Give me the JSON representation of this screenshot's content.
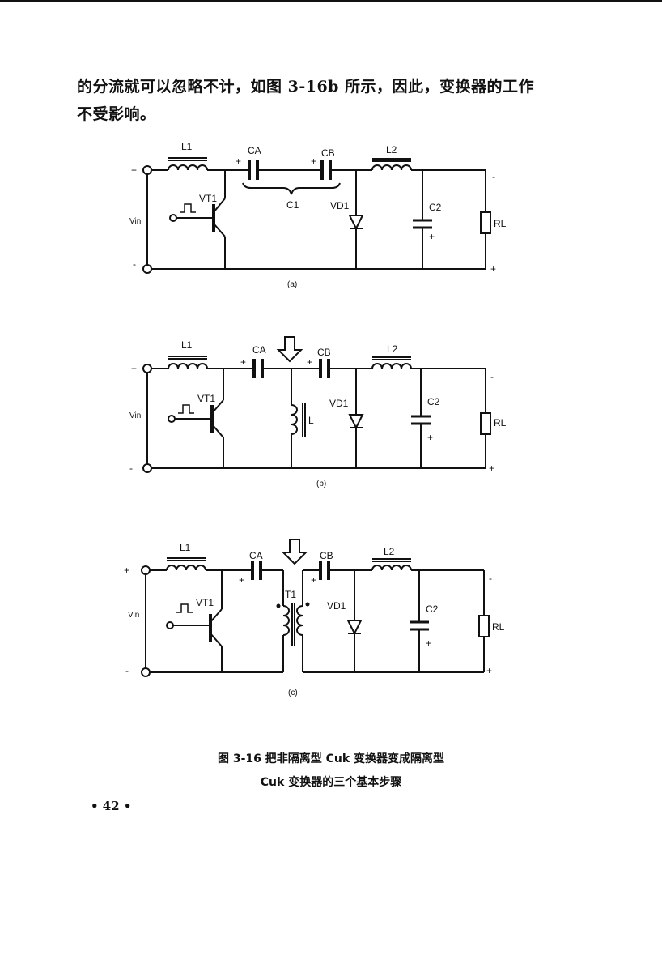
{
  "paragraph": {
    "line1": "的分流就可以忽略不计，如图 3-16b 所示，因此，变换器的工作",
    "line2": "不受影响。"
  },
  "figures": {
    "a": {
      "label": "(a)",
      "L1": "L1",
      "CA": "CA",
      "CB": "CB",
      "C1": "C1",
      "L2": "L2",
      "VT1": "VT1",
      "VD1": "VD1",
      "C2": "C2",
      "RL": "RL",
      "Vin": "Vin",
      "plus": "+",
      "minus": "-"
    },
    "b": {
      "label": "(b)",
      "L1": "L1",
      "CA": "CA",
      "CB": "CB",
      "L": "L",
      "L2": "L2",
      "VT1": "VT1",
      "VD1": "VD1",
      "C2": "C2",
      "RL": "RL",
      "Vin": "Vin",
      "plus": "+",
      "minus": "-"
    },
    "c": {
      "label": "(c)",
      "L1": "L1",
      "CA": "CA",
      "CB": "CB",
      "T1": "T1",
      "L2": "L2",
      "VT1": "VT1",
      "VD1": "VD1",
      "C2": "C2",
      "RL": "RL",
      "Vin": "Vin",
      "plus": "+",
      "minus": "-"
    }
  },
  "caption": {
    "line1": "图  3-16    把非隔离型 Cuk 变换器变成隔离型",
    "line2": "Cuk 变换器的三个基本步骤"
  },
  "page_number": "• 42 •"
}
